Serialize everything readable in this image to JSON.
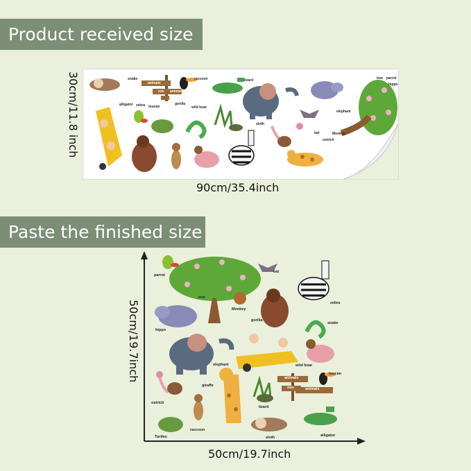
{
  "banners": {
    "received": "Product received size",
    "finished": "Paste the finished size"
  },
  "dimensions": {
    "received_width": "90cm/35.4inch",
    "received_height": "30cm/11.8 inch",
    "finished_width": "50cm/19.7inch",
    "finished_height": "50cm/19.7inch"
  },
  "sign_text": {
    "word1": "animals",
    "word2": "zoo",
    "word3": "animals"
  },
  "labels_top": [
    "snake",
    "raccoon",
    "lizard",
    "tree",
    "parrot",
    "hippo",
    "alligator",
    "zebra",
    "toucan",
    "gorilla",
    "wild boar",
    "elephant",
    "sloth",
    "bat",
    "Monkey",
    "ostrich"
  ],
  "labels_bottom": [
    "parrot",
    "bat",
    "tree",
    "zebra",
    "hippo",
    "Monkey",
    "gorilla",
    "snake",
    "elephant",
    "wild boar",
    "toucan",
    "giraffe",
    "ostrich",
    "lizard",
    "raccoon",
    "sloth",
    "Turtles",
    "alligator"
  ]
}
